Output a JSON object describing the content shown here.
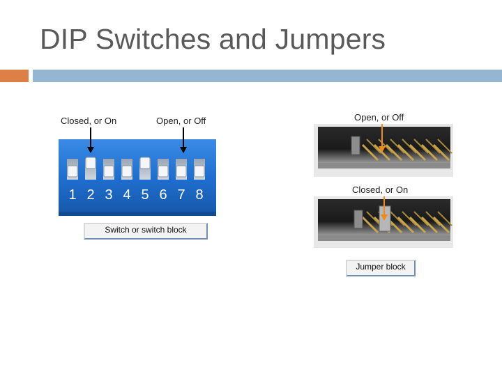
{
  "slide": {
    "title": "DIP Switches and Jumpers"
  },
  "dip": {
    "label_closed": "Closed, or On",
    "label_open": "Open, or Off",
    "numbers": [
      "1",
      "2",
      "3",
      "4",
      "5",
      "6",
      "7",
      "8"
    ],
    "caption": "Switch or switch block"
  },
  "jumper": {
    "label_open": "Open, or Off",
    "label_closed": "Closed, or On",
    "caption": "Jumper block"
  },
  "colors": {
    "accent_orange": "#dd8047",
    "accent_blue": "#94b6d2",
    "switch_blue": "#1d6fd0",
    "arrow_orange": "#f28a1a"
  }
}
